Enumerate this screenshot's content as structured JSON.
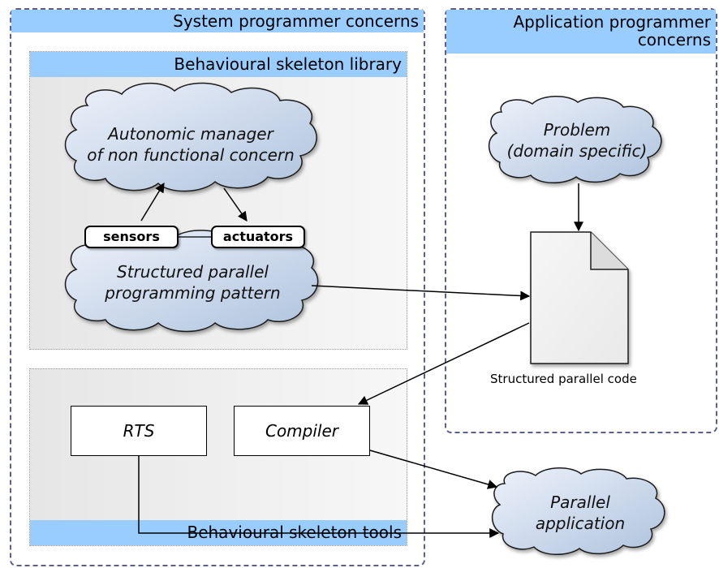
{
  "system_panel": {
    "title": "System programmer concerns"
  },
  "application_panel": {
    "title_line1": "Application programmer",
    "title_line2": "concerns"
  },
  "library_panel": {
    "title": "Behavioural skeleton library"
  },
  "tools_panel": {
    "title": "Behavioural skeleton tools"
  },
  "autonomic_manager": {
    "line1": "Autonomic manager",
    "line2": "of non functional concern"
  },
  "sensors": {
    "label": "sensors"
  },
  "actuators": {
    "label": "actuators"
  },
  "parallel_pattern": {
    "line1": "Structured parallel",
    "line2": "programming pattern"
  },
  "problem": {
    "line1": "Problem",
    "line2": "(domain specific)"
  },
  "document": {
    "caption": "Structured parallel code"
  },
  "rts": {
    "label": "RTS"
  },
  "compiler": {
    "label": "Compiler"
  },
  "parallel_application": {
    "line1": "Parallel",
    "line2": "application"
  },
  "colors": {
    "panel_header": "#99ccff",
    "dashed_border": "#5a5f8c",
    "cloud_light": "#e8eef8",
    "cloud_dark": "#b4c8e0"
  }
}
